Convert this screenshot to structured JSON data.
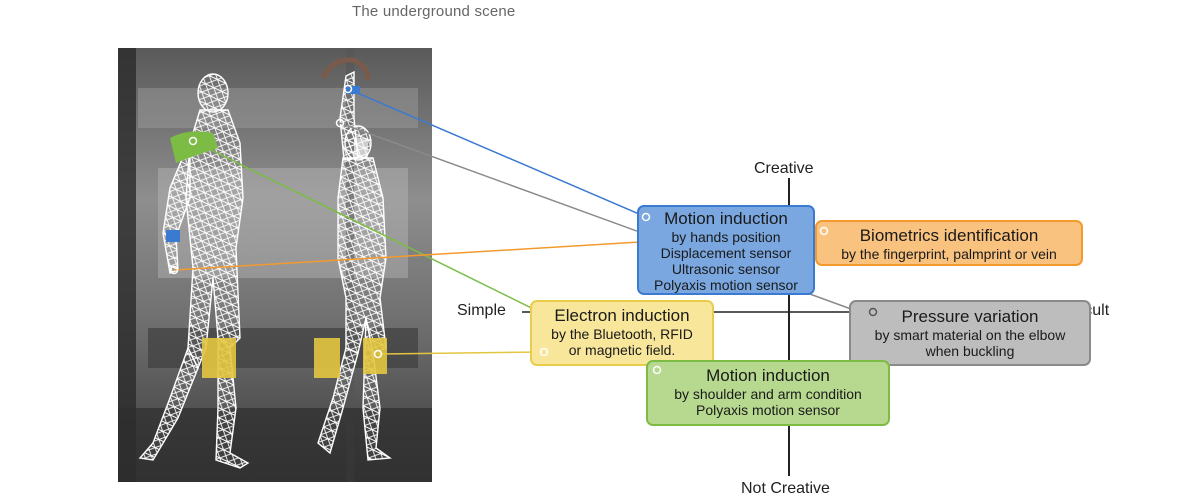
{
  "title": "The underground scene",
  "axes": {
    "top": "Creative",
    "bottom": "Not Creative",
    "left": "Simple",
    "right": "Difficult"
  },
  "boxes": {
    "motion_hands": {
      "heading": "Motion induction",
      "lines": [
        "by hands position",
        "Displacement sensor",
        "Ultrasonic sensor",
        "Polyaxis motion sensor"
      ],
      "fill": "#7aa7e0",
      "border": "#3b7ad1"
    },
    "biometrics": {
      "heading": "Biometrics identification",
      "lines": [
        "by the fingerprint, palmprint or vein"
      ],
      "fill": "#f9c27f",
      "border": "#f39a2e"
    },
    "electron": {
      "heading": "Electron  induction",
      "lines": [
        "by the Bluetooth, RFID",
        "or magnetic field."
      ],
      "fill": "#f8e69a",
      "border": "#e8cd4c"
    },
    "pressure": {
      "heading": "Pressure variation",
      "lines": [
        "by smart material on the elbow",
        "when buckling"
      ],
      "fill": "#bdbdbd",
      "border": "#8a8a8a"
    },
    "motion_shoulder": {
      "heading": "Motion induction",
      "lines": [
        "by shoulder and arm condition",
        "Polyaxis motion sensor"
      ],
      "fill": "#b7d98f",
      "border": "#7cbc45"
    }
  },
  "colors": {
    "blue": "#3b7ad1",
    "green": "#7cbc45",
    "orange": "#f39a2e",
    "yellow": "#e3c640",
    "gray": "#8a8a8a"
  },
  "image": {
    "description_icon": "wireframe-people-subway-photo"
  }
}
